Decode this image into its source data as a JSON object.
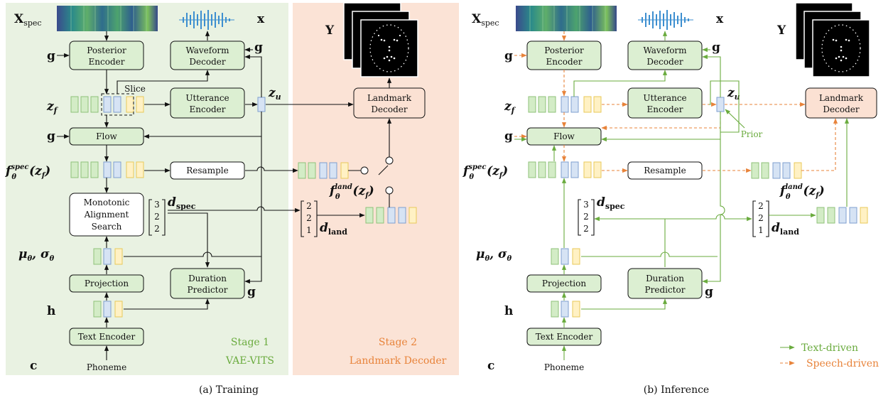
{
  "labels": {
    "posterior_encoder": [
      "Posterior",
      "Encoder"
    ],
    "waveform_decoder": [
      "Waveform",
      "Decoder"
    ],
    "utterance_encoder": [
      "Utterance",
      "Encoder"
    ],
    "landmark_decoder": [
      "Landmark",
      "Decoder"
    ],
    "flow": "Flow",
    "resample": "Resample",
    "mas": [
      "Monotonic",
      "Alignment",
      "Search"
    ],
    "projection": "Projection",
    "duration_predictor": [
      "Duration",
      "Predictor"
    ],
    "text_encoder": "Text Encoder",
    "phoneme": "Phoneme",
    "slice": "Slice",
    "prior": "Prior"
  },
  "symbols": {
    "x_spec": "X",
    "x_spec_sub": "spec",
    "x": "x",
    "y": "Y",
    "g": "g",
    "z_f": "z",
    "z_f_sub": "f",
    "z_u": "z",
    "z_u_sub": "u",
    "f_spec": "f",
    "f_spec_sup": "spec",
    "f_land": "f",
    "f_land_sup": "land",
    "theta": "θ",
    "zf_arg": "(z",
    "zf_arg_sub": "f",
    "zf_close": ")",
    "d_spec": "d",
    "d_spec_sub": "spec",
    "d_land": "d",
    "d_land_sub": "land",
    "mu_sigma": "μ",
    "mu_sigma_sub": "θ",
    "mu_sigma_rest": ", σ",
    "h": "h",
    "c": "c"
  },
  "durations": {
    "spec": [
      "3",
      "2",
      "2"
    ],
    "land": [
      "2",
      "2",
      "1"
    ]
  },
  "stages": {
    "stage1": [
      "Stage 1",
      "VAE-VITS"
    ],
    "stage2": [
      "Stage 2",
      "Landmark Decoder"
    ]
  },
  "legend": {
    "text_driven": "Text-driven",
    "speech_driven": "Speech-driven"
  },
  "captions": {
    "a": "(a) Training",
    "b": "(b) Inference"
  },
  "colors": {
    "stage1_bg": "#e9f2e2",
    "stage2_bg": "#fbe3d6",
    "text_driven": "#6aab3e",
    "speech_driven": "#e8833a"
  }
}
